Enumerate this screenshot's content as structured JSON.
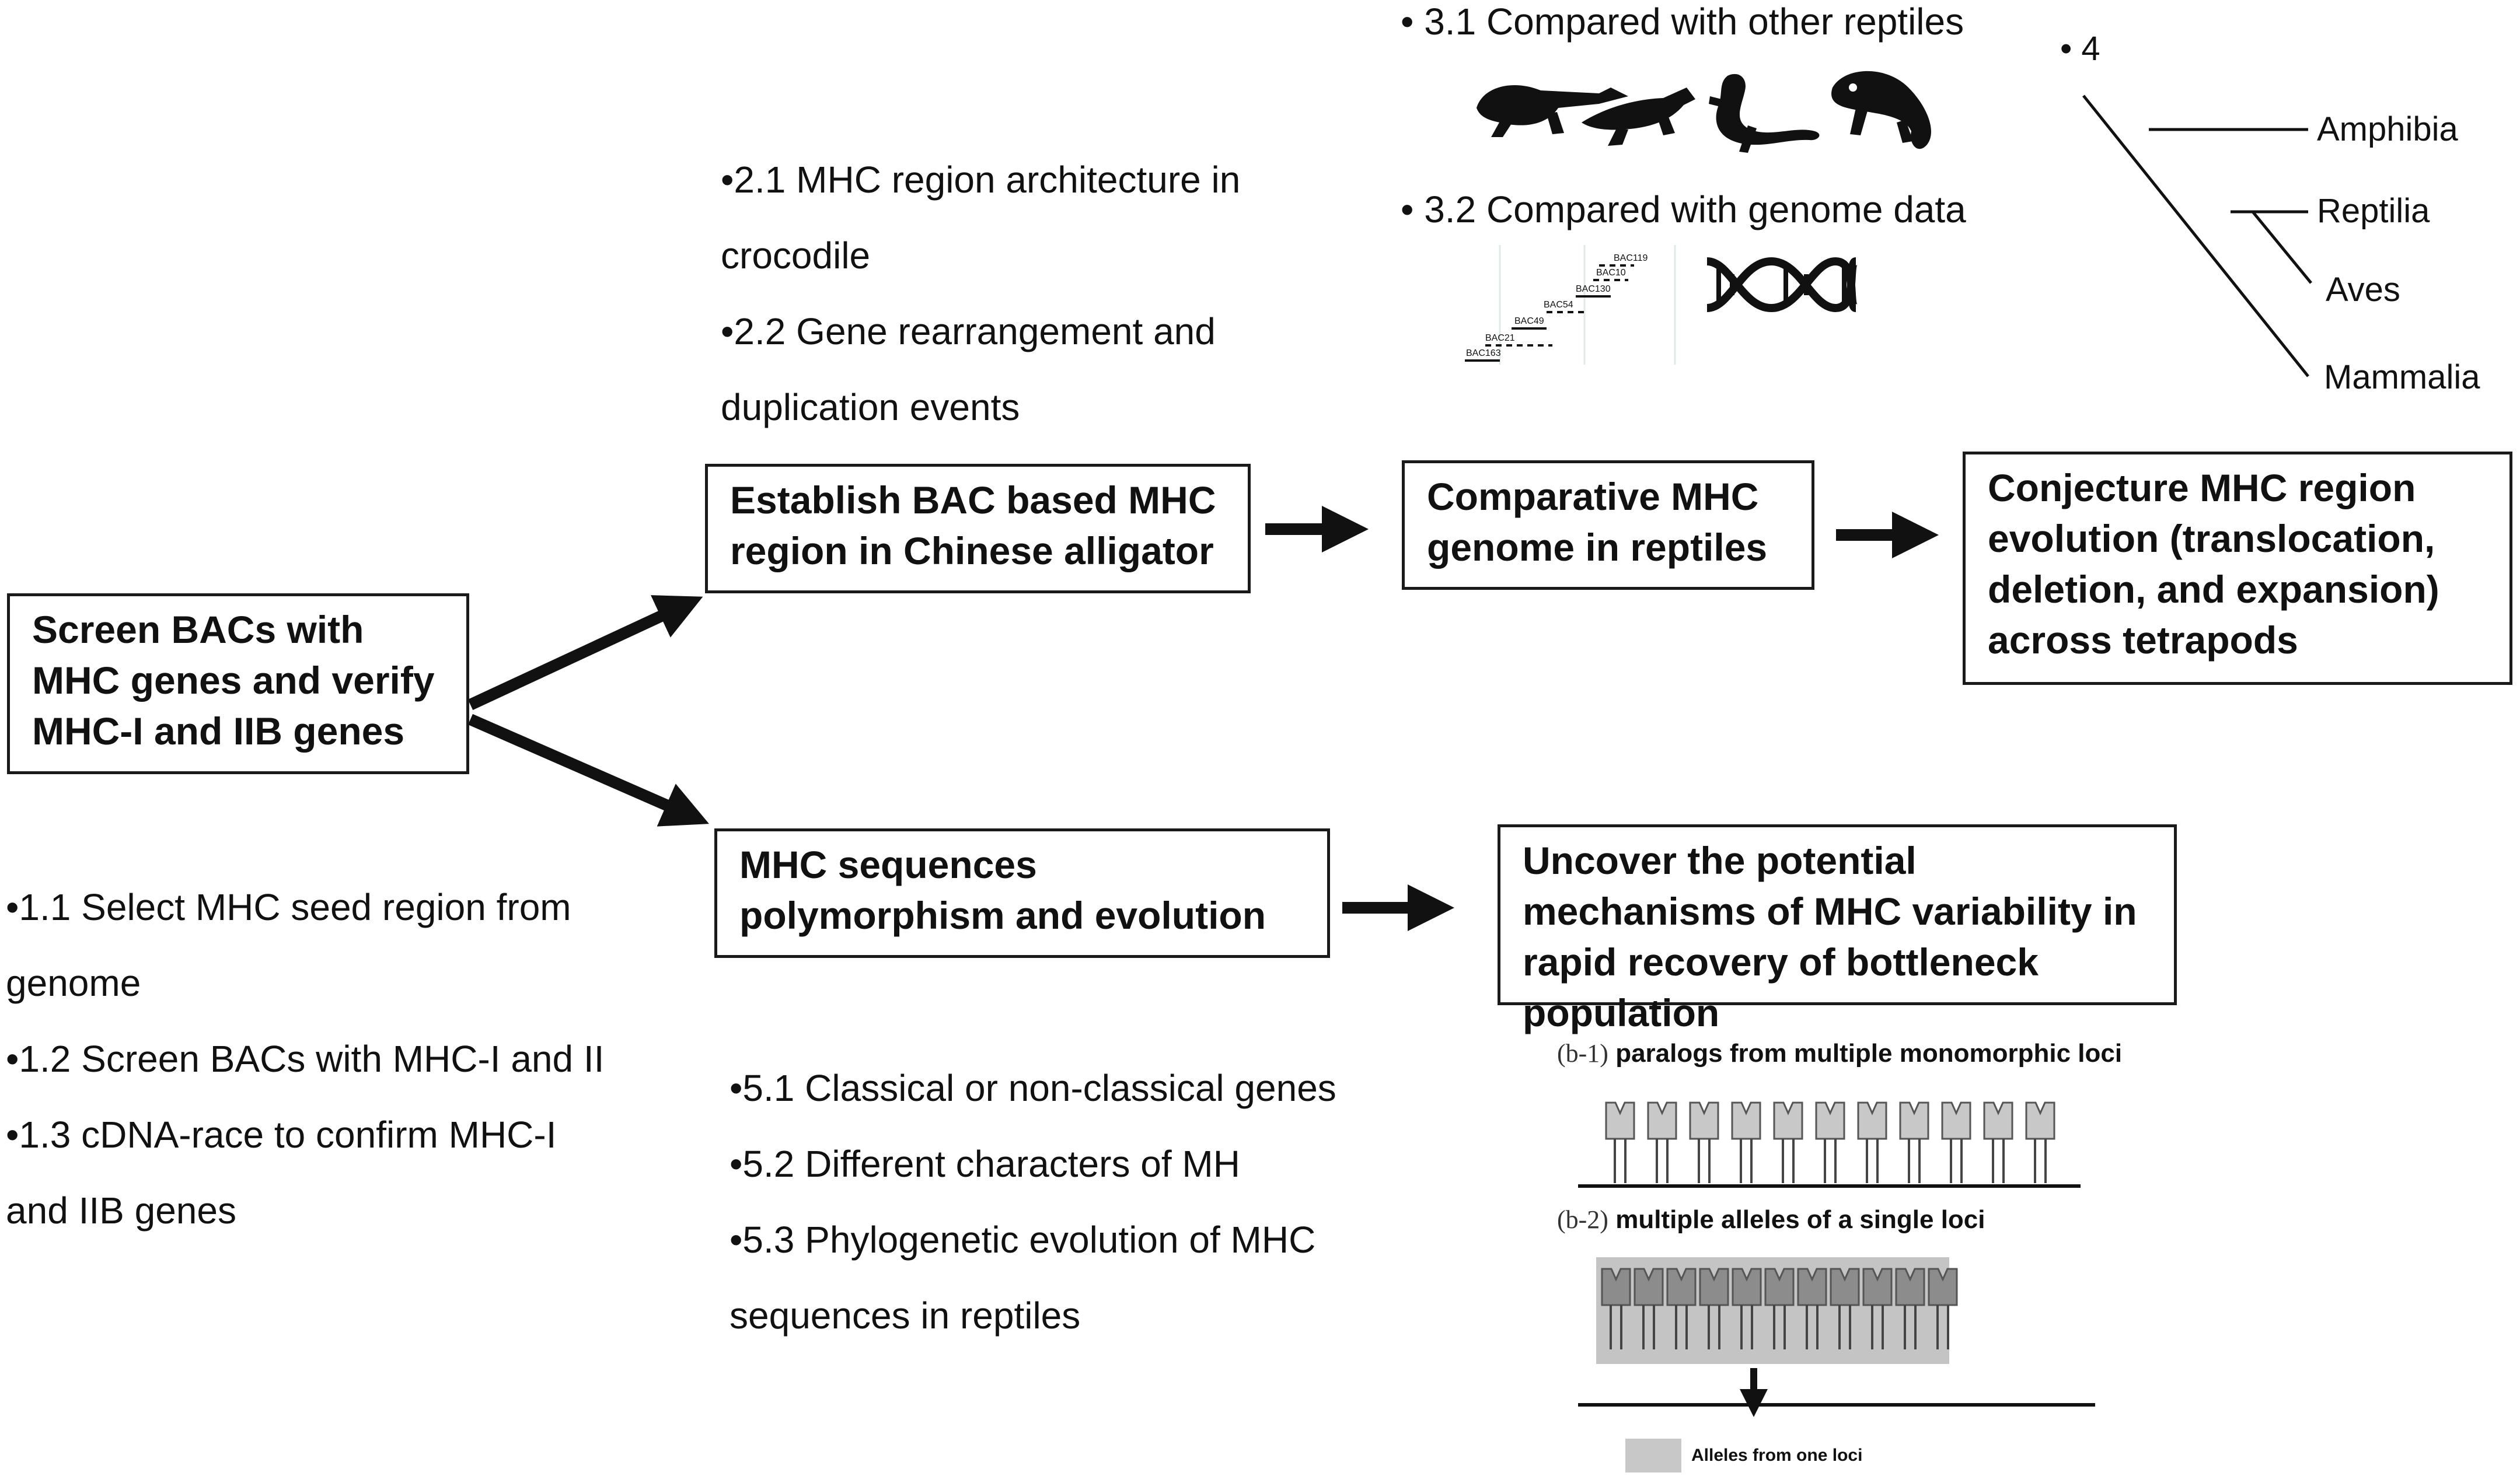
{
  "colors": {
    "line": "#111111",
    "box_border": "#1a1a1a",
    "gene_light": "#c8c8c8",
    "gene_dark": "#8c8c8c",
    "allele_band": "#c4c4c4"
  },
  "boxes": {
    "screen": "Screen BACs with MHC genes and verify MHC-I and IIB genes",
    "establish": "Establish BAC based MHC region in Chinese alligator",
    "comparative": "Comparative MHC genome in reptiles",
    "conjecture": "Conjecture MHC region evolution  (translocation, deletion, and expansion) across tetrapods",
    "polymorphism": "MHC sequences polymorphism and evolution",
    "uncover": "Uncover the potential mechanisms of MHC variability in rapid recovery of bottleneck population"
  },
  "notes_1": [
    "•1.1 Select MHC seed region from",
    "genome",
    "•1.2 Screen BACs with MHC-I and II",
    "•1.3 cDNA-race to confirm MHC-I",
    "and IIB genes"
  ],
  "notes_2": [
    "•2.1 MHC region architecture in",
    "crocodile",
    "•2.2 Gene rearrangement and",
    "duplication events"
  ],
  "notes_3": {
    "n31": "• 3.1 Compared with other reptiles",
    "n32": "• 3.2 Compared with genome data"
  },
  "reptile_icons": [
    "crocodile-icon",
    "alligator-icon",
    "lizard-icon",
    "iguana-icon"
  ],
  "bac_labels": [
    "BAC119",
    "BAC10",
    "BAC130",
    "BAC54",
    "BAC49",
    "BAC21",
    "BAC163"
  ],
  "tree": {
    "label": "• 4",
    "taxa": [
      "Amphibia",
      "Reptilia",
      "Aves",
      "Mammalia"
    ]
  },
  "notes_5": [
    "•5.1 Classical or non-classical genes",
    "•5.2 Different characters of MH",
    "•5.3 Phylogenetic evolution of MHC",
    "sequences in reptiles"
  ],
  "figure_b": {
    "b1_prefix": "(b-1)",
    "b1_text": "paralogs from multiple monomorphic loci",
    "b2_prefix": "(b-2)",
    "b2_text": "multiple alleles of a single loci",
    "legend": "Alleles from one loci",
    "gene_count": 11
  }
}
